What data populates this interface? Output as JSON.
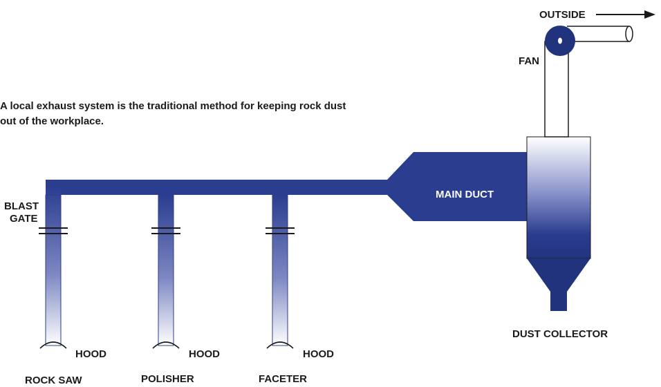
{
  "caption": {
    "line1": "A local exhaust system is the traditional method for keeping rock dust",
    "line2": "out of the workplace."
  },
  "labels": {
    "outside": "OUTSIDE",
    "fan": "FAN",
    "main_duct": "MAIN DUCT",
    "dust_collector": "DUST COLLECTOR",
    "blast_gate_line1": "BLAST",
    "blast_gate_line2": "GATE"
  },
  "stations": [
    {
      "hood": "HOOD",
      "name": "ROCK SAW"
    },
    {
      "hood": "HOOD",
      "name": "POLISHER"
    },
    {
      "hood": "HOOD",
      "name": "FACETER"
    }
  ],
  "colors": {
    "duct": "#2a3d8f",
    "duct_light": "#ffffff",
    "outline": "#1a1a1a"
  }
}
